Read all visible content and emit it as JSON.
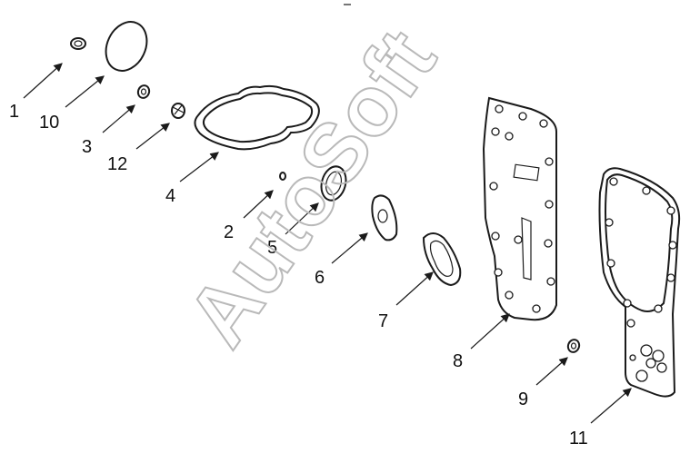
{
  "watermark": "AutoSoft",
  "callouts": {
    "c1": "1",
    "c2": "2",
    "c3": "3",
    "c4": "4",
    "c5": "5",
    "c6": "6",
    "c7": "7",
    "c8": "8",
    "c9": "9",
    "c10": "10",
    "c11": "11",
    "c12": "12"
  }
}
